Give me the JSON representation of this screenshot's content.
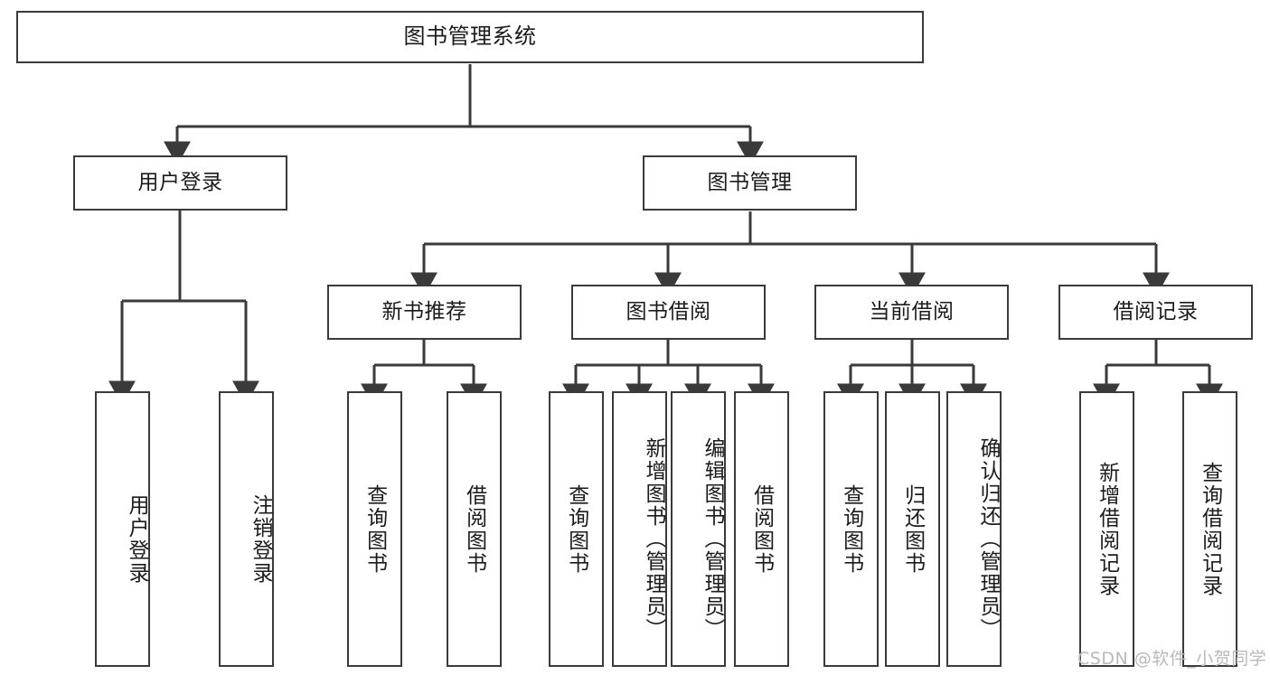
{
  "diagram": {
    "title": "图书管理系统",
    "type": "tree-hierarchy-chart",
    "root": {
      "label": "图书管理系统"
    },
    "level2": [
      {
        "id": "user-login",
        "label": "用户登录"
      },
      {
        "id": "book-management",
        "label": "图书管理"
      }
    ],
    "level3": [
      {
        "id": "new-book-recommend",
        "label": "新书推荐"
      },
      {
        "id": "book-borrow",
        "label": "图书借阅"
      },
      {
        "id": "current-borrow",
        "label": "当前借阅"
      },
      {
        "id": "borrow-record",
        "label": "借阅记录"
      }
    ],
    "leaves": {
      "user_login": [
        {
          "id": "leaf-user-login",
          "label": "用户登录"
        },
        {
          "id": "leaf-logout-login",
          "label": "注销登录"
        }
      ],
      "new_book_recommend": [
        {
          "id": "leaf-query-book-1",
          "label": "查询图书"
        },
        {
          "id": "leaf-borrow-book-1",
          "label": "借阅图书"
        }
      ],
      "book_borrow": [
        {
          "id": "leaf-query-book-2",
          "label": "查询图书"
        },
        {
          "id": "leaf-add-book",
          "label": "新增图书（管理员）"
        },
        {
          "id": "leaf-edit-book",
          "label": "编辑图书（管理员）"
        },
        {
          "id": "leaf-borrow-book-2",
          "label": "借阅图书"
        }
      ],
      "current_borrow": [
        {
          "id": "leaf-query-book-3",
          "label": "查询图书"
        },
        {
          "id": "leaf-return-book",
          "label": "归还图书"
        },
        {
          "id": "leaf-confirm-return",
          "label": "确认归还（管理员）"
        }
      ],
      "borrow_record": [
        {
          "id": "leaf-add-record",
          "label": "新增借阅记录"
        },
        {
          "id": "leaf-query-record",
          "label": "查询借阅记录"
        }
      ]
    },
    "colors": {
      "box_border": "#3a3a3a",
      "box_fill": "#ffffff",
      "connector": "#3a3a3a",
      "text": "#1b1b1b",
      "watermark": "#b9b9b9",
      "background": "#ffffff"
    }
  },
  "watermark": {
    "text": "CSDN @软件_小贺同学"
  }
}
